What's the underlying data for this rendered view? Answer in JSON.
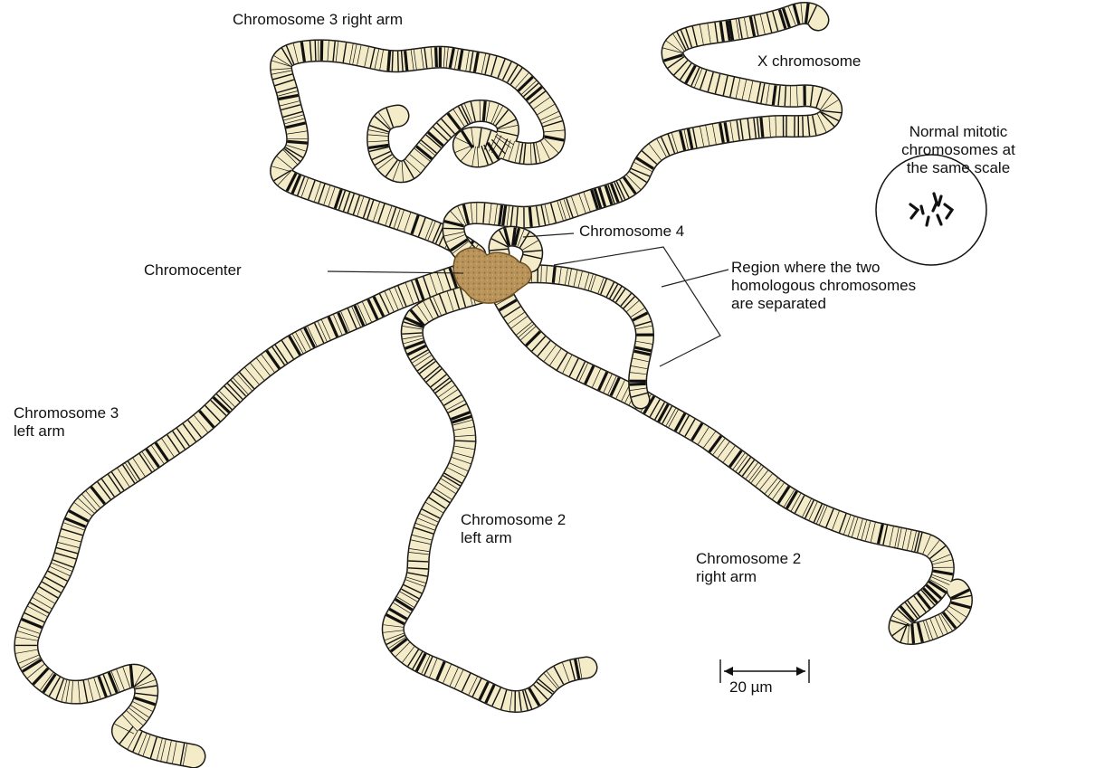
{
  "labels": {
    "chr3_right": "Chromosome 3 right arm",
    "x_chromosome": "X chromosome",
    "normal_mitotic": [
      "Normal mitotic",
      "chromosomes at",
      "the same scale"
    ],
    "chromosome4": "Chromosome 4",
    "chromocenter": "Chromocenter",
    "region_separated": [
      "Region where the two",
      "homologous chromosomes",
      "are separated"
    ],
    "chr3_left": [
      "Chromosome 3",
      "left arm"
    ],
    "chr2_left": [
      "Chromosome 2",
      "left arm"
    ],
    "chr2_right": [
      "Chromosome 2",
      "right arm"
    ],
    "scale_bar": "20 µm"
  },
  "colors": {
    "chromosome_fill": "#f4ebc8",
    "chromosome_outline": "#1a1a1a",
    "band": "#111111",
    "chromocenter": "#b8935a",
    "chromocenter_outline": "#6b4f24"
  }
}
